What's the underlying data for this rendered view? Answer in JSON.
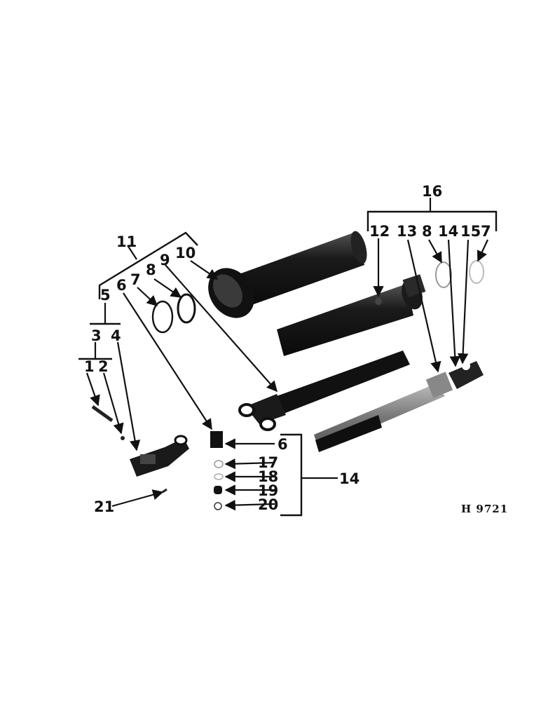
{
  "figure_code": "H 9721",
  "callouts": {
    "c1": "1",
    "c2": "2",
    "c3": "3",
    "c4": "4",
    "c5": "5",
    "c6a": "6",
    "c7a": "7",
    "c8a": "8",
    "c9": "9",
    "c10": "10",
    "c11": "11",
    "c12": "12",
    "c13": "13",
    "c8b": "8",
    "c14a": "14",
    "c15": "15",
    "c7b": "7",
    "c16": "16",
    "c6b": "6",
    "c17": "17",
    "c18": "18",
    "c19": "19",
    "c20": "20",
    "c14b": "14",
    "c21": "21"
  },
  "colors": {
    "ink": "#111111",
    "part_dark": "#1a1a1a",
    "part_mid": "#3a3a3a",
    "paper": "#ffffff"
  }
}
